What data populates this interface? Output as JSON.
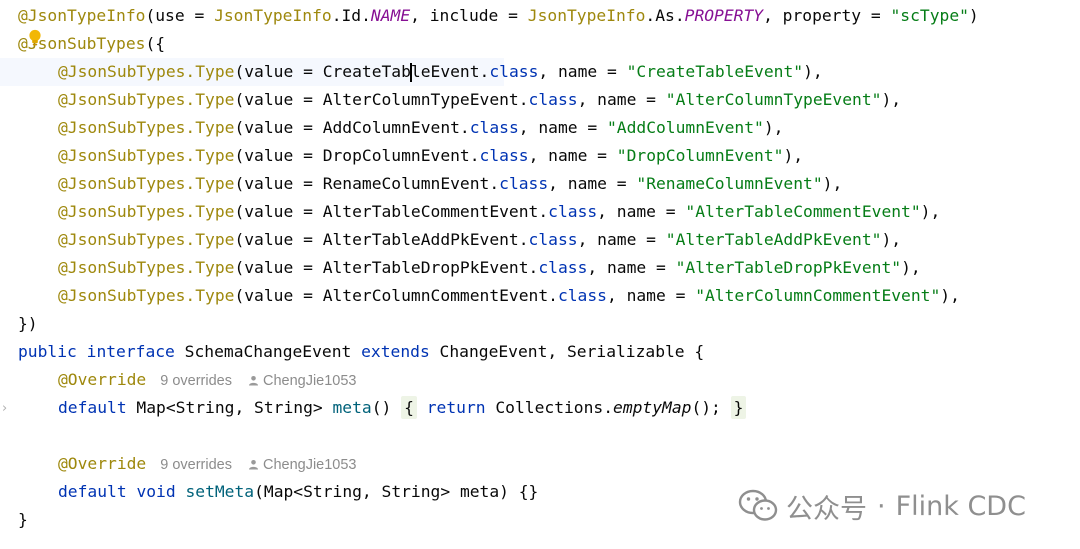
{
  "code": {
    "l1": {
      "ann": "@JsonTypeInfo",
      "p1": "(use = ",
      "ann2": "JsonTypeInfo",
      "p2": ".Id.",
      "f1": "NAME",
      "p3": ", include = ",
      "ann3": "JsonTypeInfo",
      "p4": ".As.",
      "f2": "PROPERTY",
      "p5": ", property = ",
      "s": "\"scType\"",
      "p6": ")"
    },
    "l2": {
      "ann": "@JsonSubTypes",
      "p": "({"
    },
    "subtypes": [
      {
        "ann": "@JsonSubTypes.Type",
        "pre": "(value = ",
        "cls_a": "CreateTab",
        "cls_b": "leEvent",
        "dot": ".",
        "kw": "class",
        "mid": ", name = ",
        "str": "\"CreateTableEvent\"",
        "end": "),"
      },
      {
        "ann": "@JsonSubTypes.Type",
        "pre": "(value = ",
        "cls": "AlterColumnTypeEvent",
        "dot": ".",
        "kw": "class",
        "mid": ", name = ",
        "str": "\"AlterColumnTypeEvent\"",
        "end": "),"
      },
      {
        "ann": "@JsonSubTypes.Type",
        "pre": "(value = ",
        "cls": "AddColumnEvent",
        "dot": ".",
        "kw": "class",
        "mid": ", name = ",
        "str": "\"AddColumnEvent\"",
        "end": "),"
      },
      {
        "ann": "@JsonSubTypes.Type",
        "pre": "(value = ",
        "cls": "DropColumnEvent",
        "dot": ".",
        "kw": "class",
        "mid": ", name = ",
        "str": "\"DropColumnEvent\"",
        "end": "),"
      },
      {
        "ann": "@JsonSubTypes.Type",
        "pre": "(value = ",
        "cls": "RenameColumnEvent",
        "dot": ".",
        "kw": "class",
        "mid": ", name = ",
        "str": "\"RenameColumnEvent\"",
        "end": "),"
      },
      {
        "ann": "@JsonSubTypes.Type",
        "pre": "(value = ",
        "cls": "AlterTableCommentEvent",
        "dot": ".",
        "kw": "class",
        "mid": ", name = ",
        "str": "\"AlterTableCommentEvent\"",
        "end": "),"
      },
      {
        "ann": "@JsonSubTypes.Type",
        "pre": "(value = ",
        "cls": "AlterTableAddPkEvent",
        "dot": ".",
        "kw": "class",
        "mid": ", name = ",
        "str": "\"AlterTableAddPkEvent\"",
        "end": "),"
      },
      {
        "ann": "@JsonSubTypes.Type",
        "pre": "(value = ",
        "cls": "AlterTableDropPkEvent",
        "dot": ".",
        "kw": "class",
        "mid": ", name = ",
        "str": "\"AlterTableDropPkEvent\"",
        "end": "),"
      },
      {
        "ann": "@JsonSubTypes.Type",
        "pre": "(value = ",
        "cls": "AlterColumnCommentEvent",
        "dot": ".",
        "kw": "class",
        "mid": ", name = ",
        "str": "\"AlterColumnCommentEvent\"",
        "end": "),"
      }
    ],
    "close_annot": "})",
    "decl": {
      "kw1": "public",
      "kw2": "interface",
      "name": " SchemaChangeEvent ",
      "kw3": "extends",
      "rest": " ChangeEvent, Serializable {"
    },
    "override1": {
      "ann": "@Override",
      "hint": "9 overrides",
      "author": "ChengJie1053"
    },
    "meta_line": {
      "kw": "default",
      "t": " Map<String, String> ",
      "m": "meta",
      "p": "() ",
      "ob": "{",
      "kw2": "return",
      "c": " Collections.",
      "call": "emptyMap",
      "p2": "(); ",
      "cb": "}"
    },
    "override2": {
      "ann": "@Override",
      "hint": "9 overrides",
      "author": "ChengJie1053"
    },
    "setmeta_line": {
      "kw": "default",
      "kw2": "void",
      "m": "setMeta",
      "rest": "(Map<String, String> meta) {}"
    },
    "close_class": "}"
  },
  "icons": {
    "bulb": "lightbulb-icon",
    "user": "user-icon",
    "fold": "fold-chevron-icon",
    "wechat": "wechat-icon"
  },
  "watermark": {
    "dot": "·",
    "account": "公众号",
    "name": "Flink CDC"
  },
  "colors": {
    "annotation": "#9e880d",
    "keyword": "#0033b3",
    "string": "#067d17",
    "field": "#871094",
    "method": "#00627a"
  }
}
